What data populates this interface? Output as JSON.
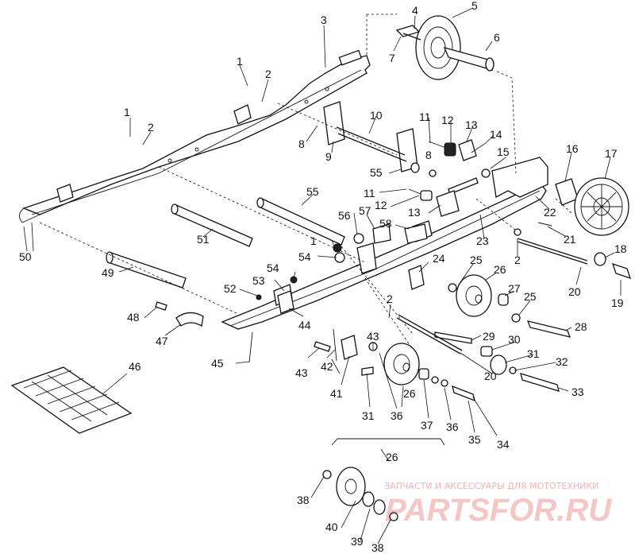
{
  "watermark": {
    "top_text": "ЗАПЧАСТИ И АКСЕССУАРЫ ДЛЯ МОТОТЕХНИКИ",
    "brand": "PARTSFOR.RU"
  },
  "callouts": [
    {
      "id": "c1a",
      "text": "1"
    },
    {
      "id": "c1b",
      "text": "1"
    },
    {
      "id": "c1c",
      "text": "1"
    },
    {
      "id": "c2a",
      "text": "2"
    },
    {
      "id": "c2b",
      "text": "2"
    },
    {
      "id": "c2c",
      "text": "2"
    },
    {
      "id": "c2d",
      "text": "2"
    },
    {
      "id": "c3",
      "text": "3"
    },
    {
      "id": "c4",
      "text": "4"
    },
    {
      "id": "c5",
      "text": "5"
    },
    {
      "id": "c6",
      "text": "6"
    },
    {
      "id": "c7",
      "text": "7"
    },
    {
      "id": "c8a",
      "text": "8"
    },
    {
      "id": "c8b",
      "text": "8"
    },
    {
      "id": "c9",
      "text": "9"
    },
    {
      "id": "c10",
      "text": "10"
    },
    {
      "id": "c11a",
      "text": "11"
    },
    {
      "id": "c11b",
      "text": "11"
    },
    {
      "id": "c12a",
      "text": "12"
    },
    {
      "id": "c12b",
      "text": "12"
    },
    {
      "id": "c13a",
      "text": "13"
    },
    {
      "id": "c13b",
      "text": "13"
    },
    {
      "id": "c14",
      "text": "14"
    },
    {
      "id": "c15",
      "text": "15"
    },
    {
      "id": "c16",
      "text": "16"
    },
    {
      "id": "c17",
      "text": "17"
    },
    {
      "id": "c18",
      "text": "18"
    },
    {
      "id": "c19",
      "text": "19"
    },
    {
      "id": "c20a",
      "text": "20"
    },
    {
      "id": "c20b",
      "text": "20"
    },
    {
      "id": "c21",
      "text": "21"
    },
    {
      "id": "c22",
      "text": "22"
    },
    {
      "id": "c23",
      "text": "23"
    },
    {
      "id": "c24",
      "text": "24"
    },
    {
      "id": "c25a",
      "text": "25"
    },
    {
      "id": "c25b",
      "text": "25"
    },
    {
      "id": "c26a",
      "text": "26"
    },
    {
      "id": "c26b",
      "text": "26"
    },
    {
      "id": "c26c",
      "text": "26"
    },
    {
      "id": "c27",
      "text": "27"
    },
    {
      "id": "c28",
      "text": "28"
    },
    {
      "id": "c29",
      "text": "29"
    },
    {
      "id": "c30",
      "text": "30"
    },
    {
      "id": "c31a",
      "text": "31"
    },
    {
      "id": "c31b",
      "text": "31"
    },
    {
      "id": "c32",
      "text": "32"
    },
    {
      "id": "c33",
      "text": "33"
    },
    {
      "id": "c34",
      "text": "34"
    },
    {
      "id": "c35",
      "text": "35"
    },
    {
      "id": "c36a",
      "text": "36"
    },
    {
      "id": "c36b",
      "text": "36"
    },
    {
      "id": "c37",
      "text": "37"
    },
    {
      "id": "c38a",
      "text": "38"
    },
    {
      "id": "c38b",
      "text": "38"
    },
    {
      "id": "c39",
      "text": "39"
    },
    {
      "id": "c40",
      "text": "40"
    },
    {
      "id": "c41",
      "text": "41"
    },
    {
      "id": "c42",
      "text": "42"
    },
    {
      "id": "c43a",
      "text": "43"
    },
    {
      "id": "c43b",
      "text": "43"
    },
    {
      "id": "c44",
      "text": "44"
    },
    {
      "id": "c45",
      "text": "45"
    },
    {
      "id": "c46",
      "text": "46"
    },
    {
      "id": "c47",
      "text": "47"
    },
    {
      "id": "c48",
      "text": "48"
    },
    {
      "id": "c49",
      "text": "49"
    },
    {
      "id": "c50",
      "text": "50"
    },
    {
      "id": "c51",
      "text": "51"
    },
    {
      "id": "c52",
      "text": "52"
    },
    {
      "id": "c53",
      "text": "53"
    },
    {
      "id": "c54a",
      "text": "54"
    },
    {
      "id": "c54b",
      "text": "54"
    },
    {
      "id": "c55a",
      "text": "55"
    },
    {
      "id": "c55b",
      "text": "55"
    },
    {
      "id": "c56",
      "text": "56"
    },
    {
      "id": "c57",
      "text": "57"
    },
    {
      "id": "c58",
      "text": "58"
    }
  ]
}
